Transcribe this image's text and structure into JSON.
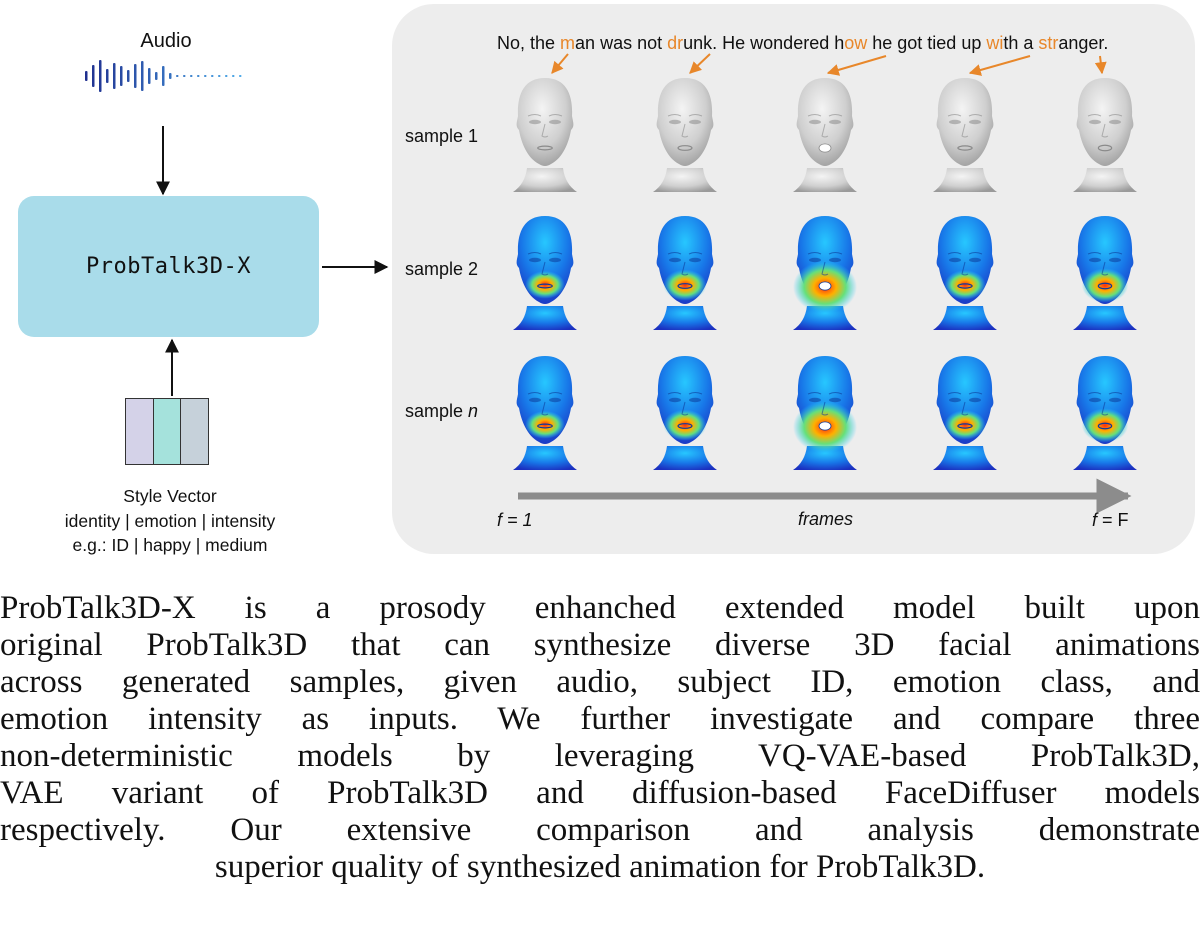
{
  "audio_label": "Audio",
  "model_name": "ProbTalk3D-X",
  "style": {
    "title": "Style Vector",
    "fields": "identity | emotion | intensity",
    "example": "e.g.: ID | happy | medium",
    "colors": [
      "#d4d2e8",
      "#a5e2dc",
      "#c6d1da"
    ]
  },
  "sentence": [
    {
      "t": "No, the ",
      "h": false
    },
    {
      "t": "m",
      "h": true
    },
    {
      "t": "an was not ",
      "h": false
    },
    {
      "t": "dr",
      "h": true
    },
    {
      "t": "unk. He wondered h",
      "h": false
    },
    {
      "t": "ow",
      "h": true
    },
    {
      "t": " he got tied up ",
      "h": false
    },
    {
      "t": "wi",
      "h": true
    },
    {
      "t": "th a ",
      "h": false
    },
    {
      "t": "str",
      "h": true
    },
    {
      "t": "anger.",
      "h": false
    }
  ],
  "rows": [
    {
      "label": "sample 1",
      "style": "gray"
    },
    {
      "label": "sample 2",
      "style": "heat"
    },
    {
      "label_prefix": "sample ",
      "label_italic": "n",
      "style": "heat"
    }
  ],
  "frames": {
    "start_italic": "f = 1",
    "middle": "frames",
    "end_italic": "f",
    "end_rest": " = F"
  },
  "colors": {
    "highlight": "#e8872a",
    "box": "#a9dcea",
    "panel": "#ededed",
    "timeline_arrow": "#8c8c8c",
    "wave_left": "#1f2f8f",
    "wave_right": "#4aa8e8"
  },
  "caption_lines": [
    "ProbTalk3D-X is a prosody enhanched extended model built upon",
    "original ProbTalk3D that can synthesize diverse 3D facial animations",
    "across generated samples, given audio,  subject ID, emotion class, and",
    "emotion intensity as inputs. We further investigate and compare three",
    "non-deterministic models by leveraging VQ-VAE-based ProbTalk3D,",
    "VAE variant of ProbTalk3D and diffusion-based FaceDiffuser models",
    "respectively. Our extensive comparison and analysis demonstrate"
  ],
  "caption_last": "superior quality of synthesized animation for  ProbTalk3D."
}
